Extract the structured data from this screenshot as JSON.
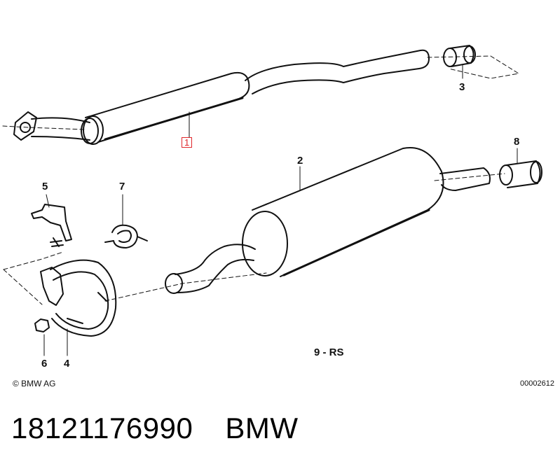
{
  "callouts": {
    "p1": "1",
    "p2": "2",
    "p3": "3",
    "p4": "4",
    "p5": "5",
    "p6": "6",
    "p7": "7",
    "p8": "8",
    "p9": "9 - RS"
  },
  "highlight_color": "#e0262b",
  "copyright": "© BMW AG",
  "diagram_code": "00002612",
  "part_number": "18121176990",
  "brand": "BMW"
}
